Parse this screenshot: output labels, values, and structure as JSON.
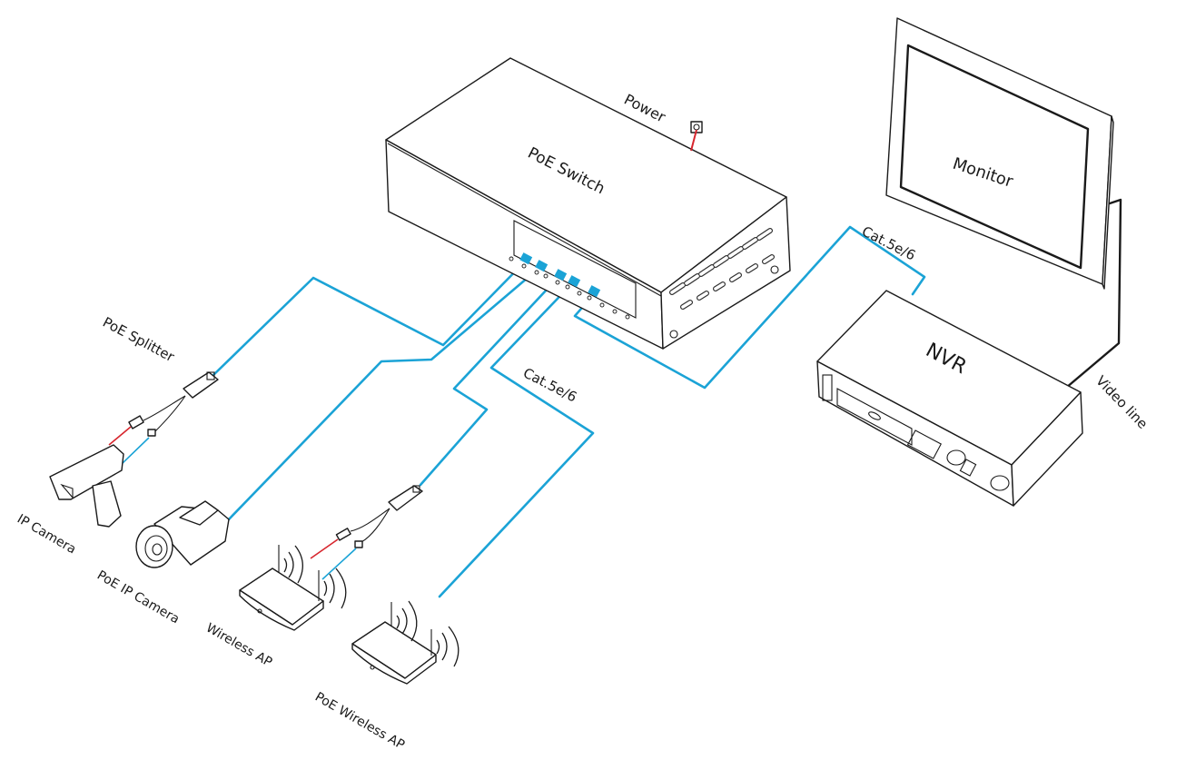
{
  "title": "PoE Switch Network Topology",
  "colors": {
    "ethernet_cable": "#1ba3d6",
    "power_cable": "#d7262e",
    "video_line": "#1a1a1a",
    "port": "#1ba3d6"
  },
  "devices": {
    "poe_switch": {
      "label": "PoE Switch",
      "icon": "network-switch-icon"
    },
    "power": {
      "label": "Power",
      "icon": "power-socket-icon"
    },
    "monitor": {
      "label": "Monitor",
      "icon": "monitor-icon"
    },
    "nvr": {
      "label": "NVR",
      "icon": "nvr-recorder-icon"
    },
    "poe_splitter": {
      "label": "PoE Splitter",
      "icon": "splitter-icon"
    },
    "ip_camera": {
      "label": "IP Camera",
      "icon": "box-camera-icon"
    },
    "poe_ip_camera": {
      "label": "PoE IP Camera",
      "icon": "bullet-camera-icon"
    },
    "wireless_ap": {
      "label": "Wireless AP",
      "icon": "wireless-router-icon"
    },
    "poe_wireless_ap": {
      "label": "PoE Wireless AP",
      "icon": "wireless-router-icon"
    }
  },
  "cables": {
    "cat_label_nvr": "Cat.5e/6",
    "cat_label_ap": "Cat.5e/6",
    "video_line": "Video line"
  }
}
